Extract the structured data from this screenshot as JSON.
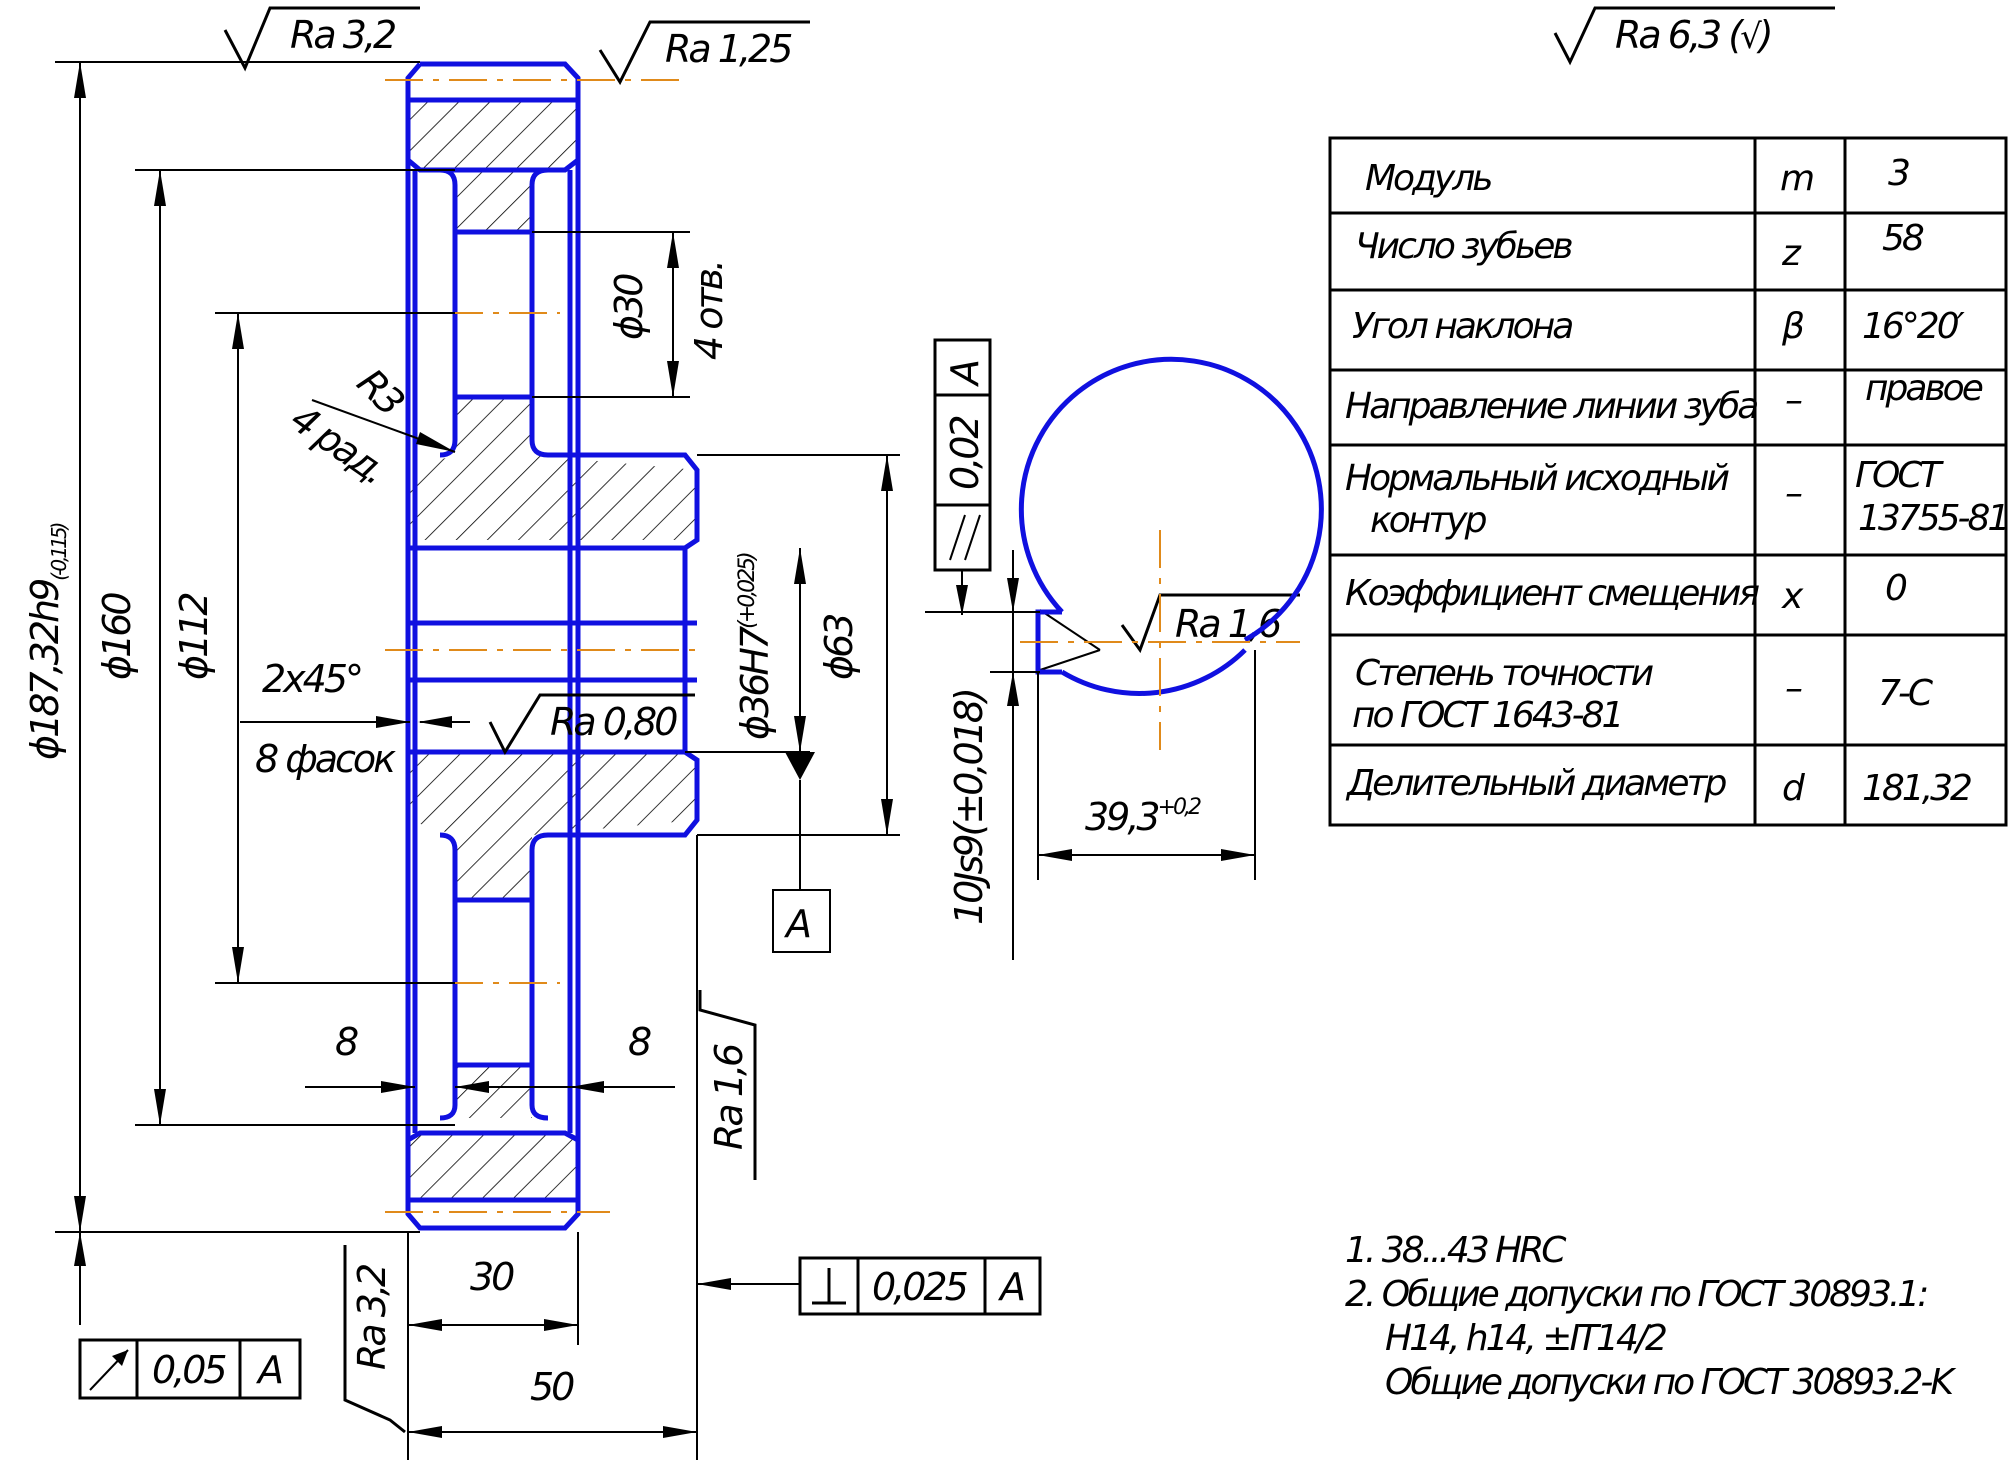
{
  "surface_roughness": {
    "general": "Ra 6,3 (",
    "general_close": ")",
    "rim_top": "Ra 3,2",
    "tooth_tip": "Ra 1,25",
    "bore": "Ra 0,80",
    "keyway": "Ra 1,6",
    "right_face": "Ra 1,6",
    "left_face": "Ra 3,2"
  },
  "dimensions": {
    "tip_diameter": "ϕ187,32h9",
    "tip_tol": "(-0,115)",
    "d160": "ϕ160",
    "d112": "ϕ112",
    "d30": "ϕ30",
    "holes": "4 отв.",
    "radius": "R3",
    "radius_count": "4 рад.",
    "chamfer": "2x45°",
    "chamfer_count": "8 фасок",
    "bore_diameter": "ϕ36H7",
    "bore_tol": "(+0,025)",
    "hub_diameter": "ϕ63",
    "key_width": "10Js9(±0,018)",
    "key_depth": "39,3",
    "key_depth_tol": "+0,2",
    "web_left": "8",
    "web_right": "8",
    "hub_width_inner": "30",
    "total_width": "50"
  },
  "tolerance_frames": {
    "parallel": {
      "value": "0,02",
      "datum": "A"
    },
    "perpendicular": {
      "value": "0,025",
      "datum": "A"
    },
    "runout": {
      "value": "0,05",
      "datum": "A"
    },
    "datum_label": "A"
  },
  "parameter_table": {
    "rows": [
      {
        "name": "Модуль",
        "symbol": "m",
        "value": "3"
      },
      {
        "name": "Число зубьев",
        "symbol": "z",
        "value": "58"
      },
      {
        "name": "Угол наклона",
        "symbol": "β",
        "value": "16°20′"
      },
      {
        "name": "Направление линии зуба",
        "symbol": "–",
        "value": "правое"
      },
      {
        "name": "Нормальный исходный",
        "name2": "контур",
        "symbol": "–",
        "value": "ГОСТ",
        "value2": "13755-81"
      },
      {
        "name": "Коэффициент смещения",
        "symbol": "x",
        "value": "0"
      },
      {
        "name": "Степень точности",
        "name2": "по ГОСТ 1643-81",
        "symbol": "–",
        "value": "7-С"
      },
      {
        "name": "Делительный диаметр",
        "symbol": "d",
        "value": "181,32"
      }
    ]
  },
  "notes": [
    "1. 38...43 HRC",
    "2. Общие допуски по ГОСТ 30893.1:",
    "H14, h14, ±IT14/2",
    "Общие допуски по ГОСТ 30893.2-K"
  ]
}
